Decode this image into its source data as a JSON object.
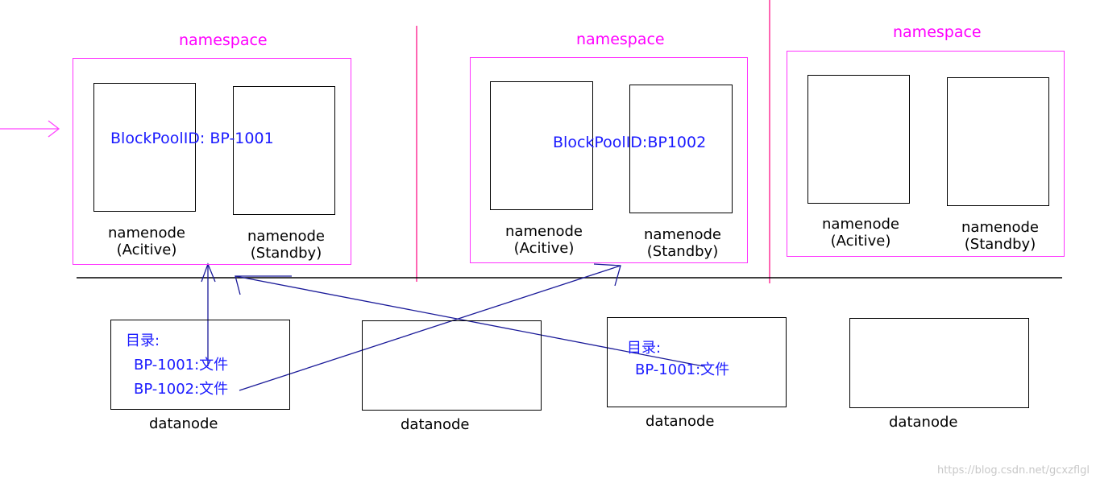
{
  "colors": {
    "namespace": "#ff00ff",
    "blockpool": "#1a1aff",
    "node": "#000000",
    "watermark": "#c8c8c8"
  },
  "namespaces": [
    {
      "label": "namespace",
      "active_label": "namenode\n(Acitive)",
      "standby_label": "namenode\n(Standby)",
      "blockpool": "BlockPoolID: BP-1001"
    },
    {
      "label": "namespace",
      "active_label": "namenode\n(Acitive)",
      "standby_label": "namenode\n(Standby)",
      "blockpool": "BlockPoolID:BP1002"
    },
    {
      "label": "namespace",
      "active_label": "namenode\n(Acitive)",
      "standby_label": "namenode\n(Standby)",
      "blockpool": ""
    }
  ],
  "datanodes": [
    {
      "label": "datanode",
      "dir_title": "目录:",
      "lines": [
        "BP-1001:文件",
        "BP-1002:文件"
      ]
    },
    {
      "label": "datanode",
      "dir_title": "",
      "lines": []
    },
    {
      "label": "datanode",
      "dir_title": "目录:",
      "lines": [
        "BP-1001:文件"
      ]
    },
    {
      "label": "datanode",
      "dir_title": "",
      "lines": []
    }
  ],
  "watermark": "https://blog.csdn.net/gcxzflgl"
}
